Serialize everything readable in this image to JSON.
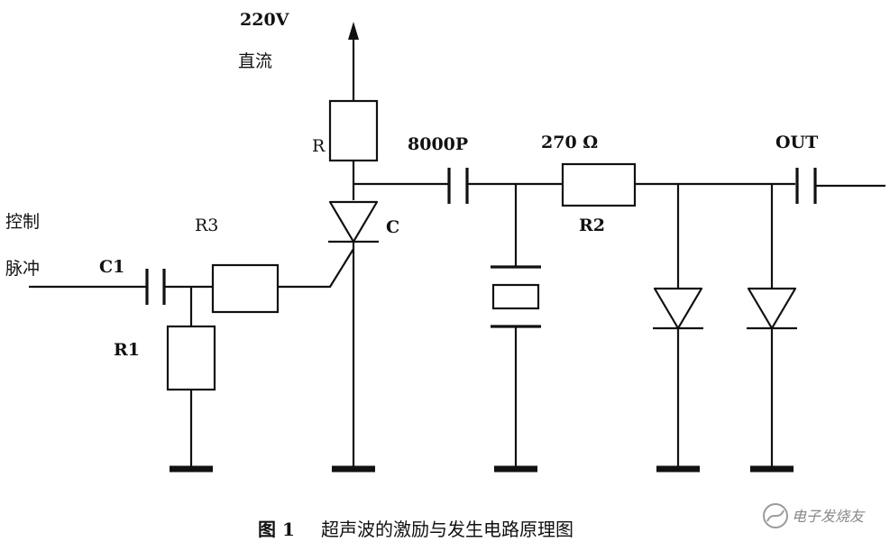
{
  "labels": {
    "supply_voltage": "220V",
    "supply_type": "直流",
    "resistor_r": "R",
    "thyristor_c": "C",
    "capacitor_8000p": "8000P",
    "resistor_270": "270 Ω",
    "resistor_r2": "R2",
    "out": "OUT",
    "control_line1": "控制",
    "control_line2": "脉冲",
    "capacitor_c1": "C1",
    "resistor_r3": "R3",
    "resistor_r1": "R1"
  },
  "caption": {
    "number": "图 1",
    "text": "超声波的激励与发生电路原理图"
  },
  "watermark": {
    "text": "电子发烧友"
  }
}
